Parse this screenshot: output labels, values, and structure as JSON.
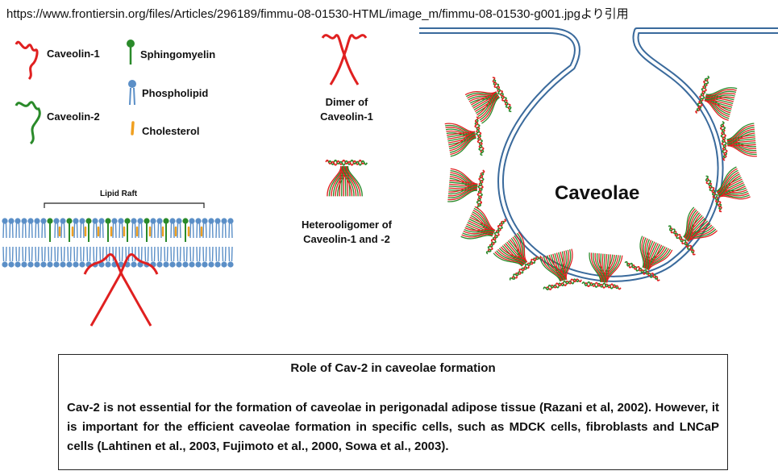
{
  "source": "https://www.frontiersin.org/files/Articles/296189/fimmu-08-01530-HTML/image_m/fimmu-08-01530-g001.jpgより引用",
  "legend": {
    "caveolin1": "Caveolin-1",
    "caveolin2": "Caveolin-2",
    "sphingomyelin": "Sphingomyelin",
    "phospholipid": "Phospholipid",
    "cholesterol": "Cholesterol"
  },
  "dimer_label": [
    "Dimer of",
    "Caveolin-1"
  ],
  "hetero_label": [
    "Heterooligomer of",
    "Caveolin-1 and -2"
  ],
  "raft_label": "Lipid Raft",
  "caveolae_label": "Caveolae",
  "info": {
    "title": "Role of Cav-2 in caveolae formation",
    "body": "Cav-2 is not essential for the formation of caveolae in perigonadal adipose tissue (Razani et al, 2002). However, it is important for the efficient caveolae formation in specific cells, such as MDCK cells, fibroblasts and LNCaP cells (Lahtinen et al., 2003, Fujimoto et al., 2000, Sowa et al., 2003)."
  },
  "colors": {
    "caveolin1": "#e02020",
    "caveolin2": "#2a8a2a",
    "phospholipid": "#5b8fc7",
    "cholesterol": "#f0a020",
    "membrane": "#3a6a9c"
  }
}
